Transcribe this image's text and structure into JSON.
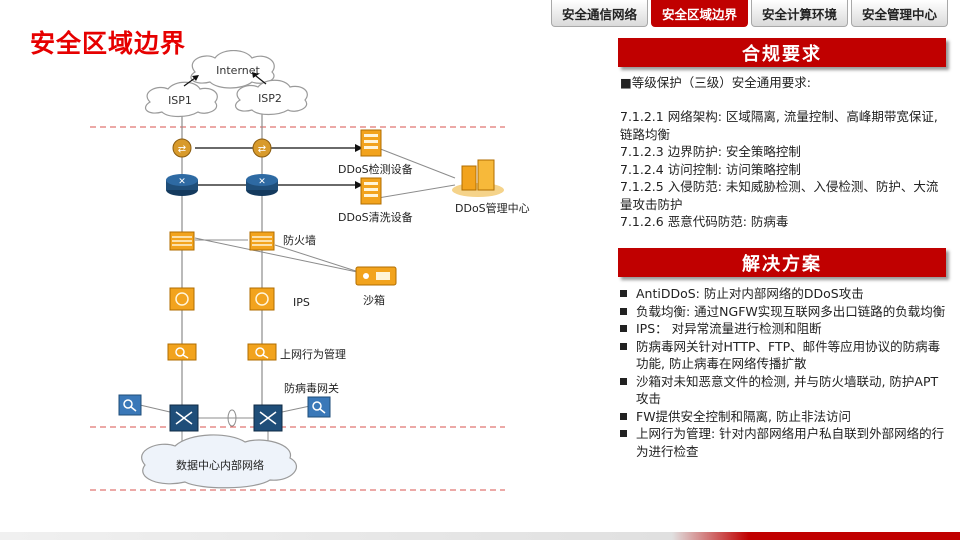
{
  "tabs": [
    "安全通信网络",
    "安全区域边界",
    "安全计算环境",
    "安全管理中心"
  ],
  "active_tab": 1,
  "page_title": "安全区域边界",
  "diagram": {
    "internet": "Internet",
    "isp1": "ISP1",
    "isp2": "ISP2",
    "ddos_detect": "DDoS检测设备",
    "ddos_clean": "DDoS清洗设备",
    "ddos_center": "DDoS管理中心",
    "firewall": "防火墙",
    "sandbox": "沙箱",
    "ips": "IPS",
    "behavior": "上网行为管理",
    "av_gateway": "防病毒网关",
    "internal": "数据中心内部网络"
  },
  "compliance": {
    "title": "合规要求",
    "intro": "■等级保护（三级）安全通用要求:",
    "items": [
      "7.1.2.1  网络架构: 区域隔离, 流量控制、高峰期带宽保证, 链路均衡",
      "7.1.2.3  边界防护: 安全策略控制",
      "7.1.2.4  访问控制: 访问策略控制",
      "7.1.2.5 入侵防范: 未知威胁检测、入侵检测、防护、大流量攻击防护",
      "7.1.2.6  恶意代码防范: 防病毒"
    ]
  },
  "solution": {
    "title": "解决方案",
    "items": [
      "AntiDDoS: 防止对内部网络的DDoS攻击",
      "负载均衡: 通过NGFW实现互联网多出口链路的负载均衡",
      "IPS：  对异常流量进行检测和阻断",
      "防病毒网关针对HTTP、FTP、邮件等应用协议的防病毒功能, 防止病毒在网络传播扩散",
      "沙箱对未知恶意文件的检测, 并与防火墙联动, 防护APT攻击",
      "FW提供安全控制和隔离, 防止非法访问",
      "上网行为管理: 针对内部网络用户私自联到外部网络的行为进行检查"
    ]
  },
  "colors": {
    "accent": "#c00000",
    "title": "#e60000",
    "device_orange": "#f2a31d",
    "router_blue": "#1f4e79"
  }
}
